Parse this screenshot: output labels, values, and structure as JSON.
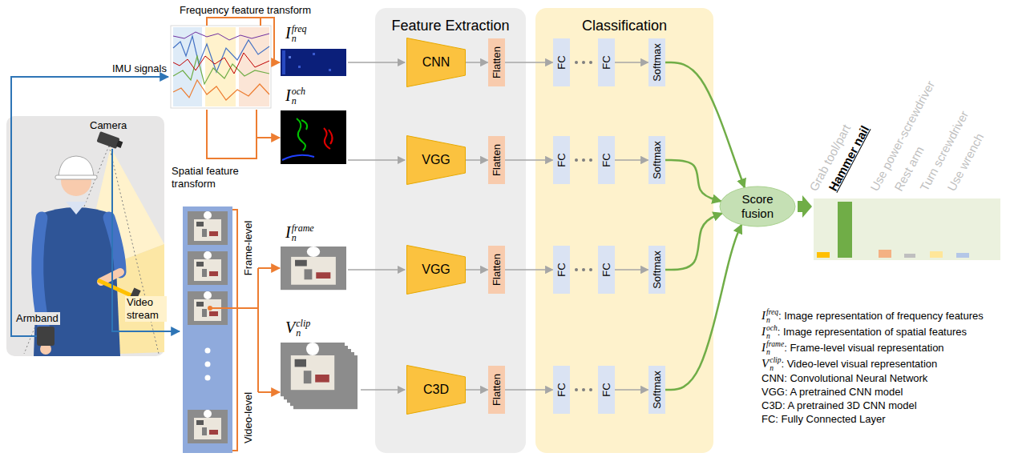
{
  "diagram": {
    "nodes": [
      {
        "text": [
          "Feature Extraction"
        ]
      },
      {
        "text": [
          "CNN"
        ],
        "in": 0
      },
      {
        "text": [
          "VGG"
        ],
        "in": 0
      },
      {
        "text": [
          "VGG"
        ],
        "in": 0
      },
      {
        "text": [
          "C3D"
        ],
        "in": 0
      },
      {
        "text": [
          "Flatten"
        ],
        "in": 0
      },
      {
        "text": [
          "Flatten"
        ],
        "in": 0
      },
      {
        "text": [
          "Flatten"
        ],
        "in": 0
      },
      {
        "text": [
          "Flatten"
        ],
        "in": 0
      },
      {
        "text": [
          "Classification"
        ]
      },
      {
        "text": [
          "FC"
        ],
        "in": 9
      },
      {
        "text": [
          "FC"
        ],
        "in": 9
      },
      {
        "text": [
          "FC"
        ],
        "in": 9
      },
      {
        "text": [
          "FC"
        ],
        "in": 9
      },
      {
        "text": [
          "FC"
        ],
        "in": 9
      },
      {
        "text": [
          "FC"
        ],
        "in": 9
      },
      {
        "text": [
          "FC"
        ],
        "in": 9
      },
      {
        "text": [
          "FC"
        ],
        "in": 9
      },
      {
        "text": [
          "Softmax"
        ],
        "in": 9
      },
      {
        "text": [
          "Softmax"
        ],
        "in": 9
      },
      {
        "text": [
          "Softmax"
        ],
        "in": 9
      },
      {
        "text": [
          "Softmax"
        ],
        "in": 9
      },
      {
        "text": [
          "Score fusion"
        ]
      }
    ],
    "edges": [
      {
        "from": 1,
        "to": 5,
        "arrow": "to"
      },
      {
        "from": 2,
        "to": 6,
        "arrow": "to"
      },
      {
        "from": 3,
        "to": 7,
        "arrow": "to"
      },
      {
        "from": 4,
        "to": 8,
        "arrow": "to"
      },
      {
        "from": 5,
        "to": 10,
        "arrow": "to"
      },
      {
        "from": 6,
        "to": 11,
        "arrow": "to"
      },
      {
        "from": 7,
        "to": 12,
        "arrow": "to"
      },
      {
        "from": 8,
        "to": 13,
        "arrow": "to"
      },
      {
        "from": 14,
        "to": 18,
        "arrow": "to"
      },
      {
        "from": 15,
        "to": 19,
        "arrow": "to"
      },
      {
        "from": 16,
        "to": 20,
        "arrow": "to"
      },
      {
        "from": 17,
        "to": 21,
        "arrow": "to"
      },
      {
        "from": 18,
        "to": 22,
        "arrow": "to"
      },
      {
        "from": 19,
        "to": 22,
        "arrow": "to"
      },
      {
        "from": 20,
        "to": 22,
        "arrow": "to"
      },
      {
        "from": 21,
        "to": 22,
        "arrow": "to"
      }
    ],
    "labels": [
      "Frequency feature transform",
      "IMU signals",
      "Camera",
      "Armband",
      "Video stream",
      "Spatial feature transform",
      "Frame-level",
      "Video-level",
      "I",
      "n",
      "freq",
      "I",
      "n",
      "och",
      "I",
      "n",
      "frame",
      "V",
      "n",
      "clip",
      "Grab tool/part",
      "Hammer nail",
      "Use power-screwdriver",
      "Rest arm",
      "Turn screwdriver",
      "Use wrench",
      "I",
      "n",
      "freq",
      ": Image representation of frequency features",
      "I",
      "n",
      "och",
      ": Image representation of spatial features",
      "I",
      "n",
      "frame",
      ": Frame-level visual representation",
      "V",
      "n",
      "clip",
      ": Video-level visual representation",
      "CNN: Convolutional Neural Network",
      "VGG: A pretrained CNN model",
      "C3D: A pretrained 3D CNN model",
      "FC: Fully Connected Layer"
    ]
  }
}
